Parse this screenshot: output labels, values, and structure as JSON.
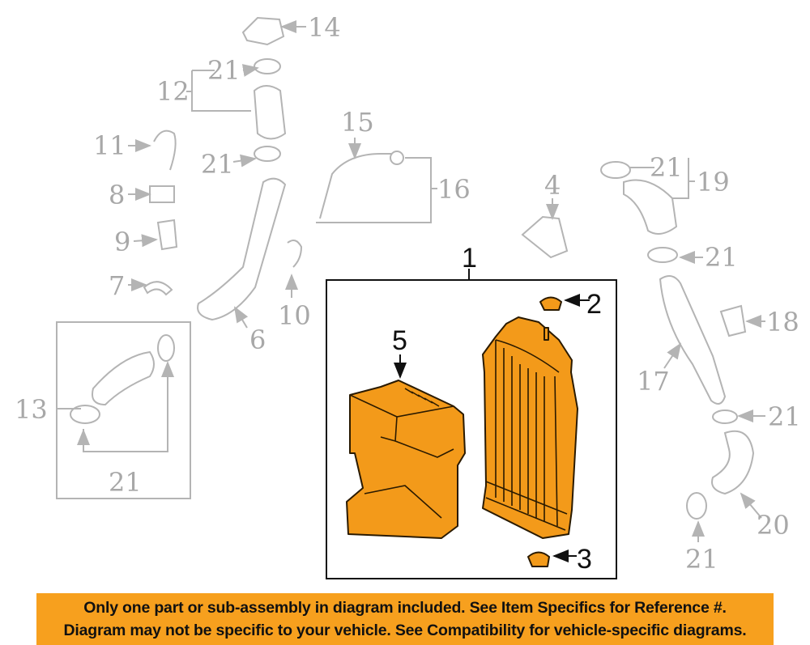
{
  "diagram": {
    "callouts": {
      "c1": "1",
      "c2": "2",
      "c3": "3",
      "c4": "4",
      "c5": "5",
      "c6": "6",
      "c7": "7",
      "c8": "8",
      "c9": "9",
      "c10": "10",
      "c11": "11",
      "c12": "12",
      "c13": "13",
      "c14": "14",
      "c15": "15",
      "c16": "16",
      "c17": "17",
      "c18": "18",
      "c19": "19",
      "c20": "20",
      "c21": "21"
    },
    "colors": {
      "highlight": "#f39a1a",
      "banner": "#f7a01e",
      "ghost": "#b4b4b4"
    }
  },
  "banner": {
    "line1": "Only one part or sub-assembly in diagram included. See Item Specifics for Reference #.",
    "line2": "Diagram may not be specific to your vehicle. See Compatibility for vehicle-specific diagrams."
  }
}
